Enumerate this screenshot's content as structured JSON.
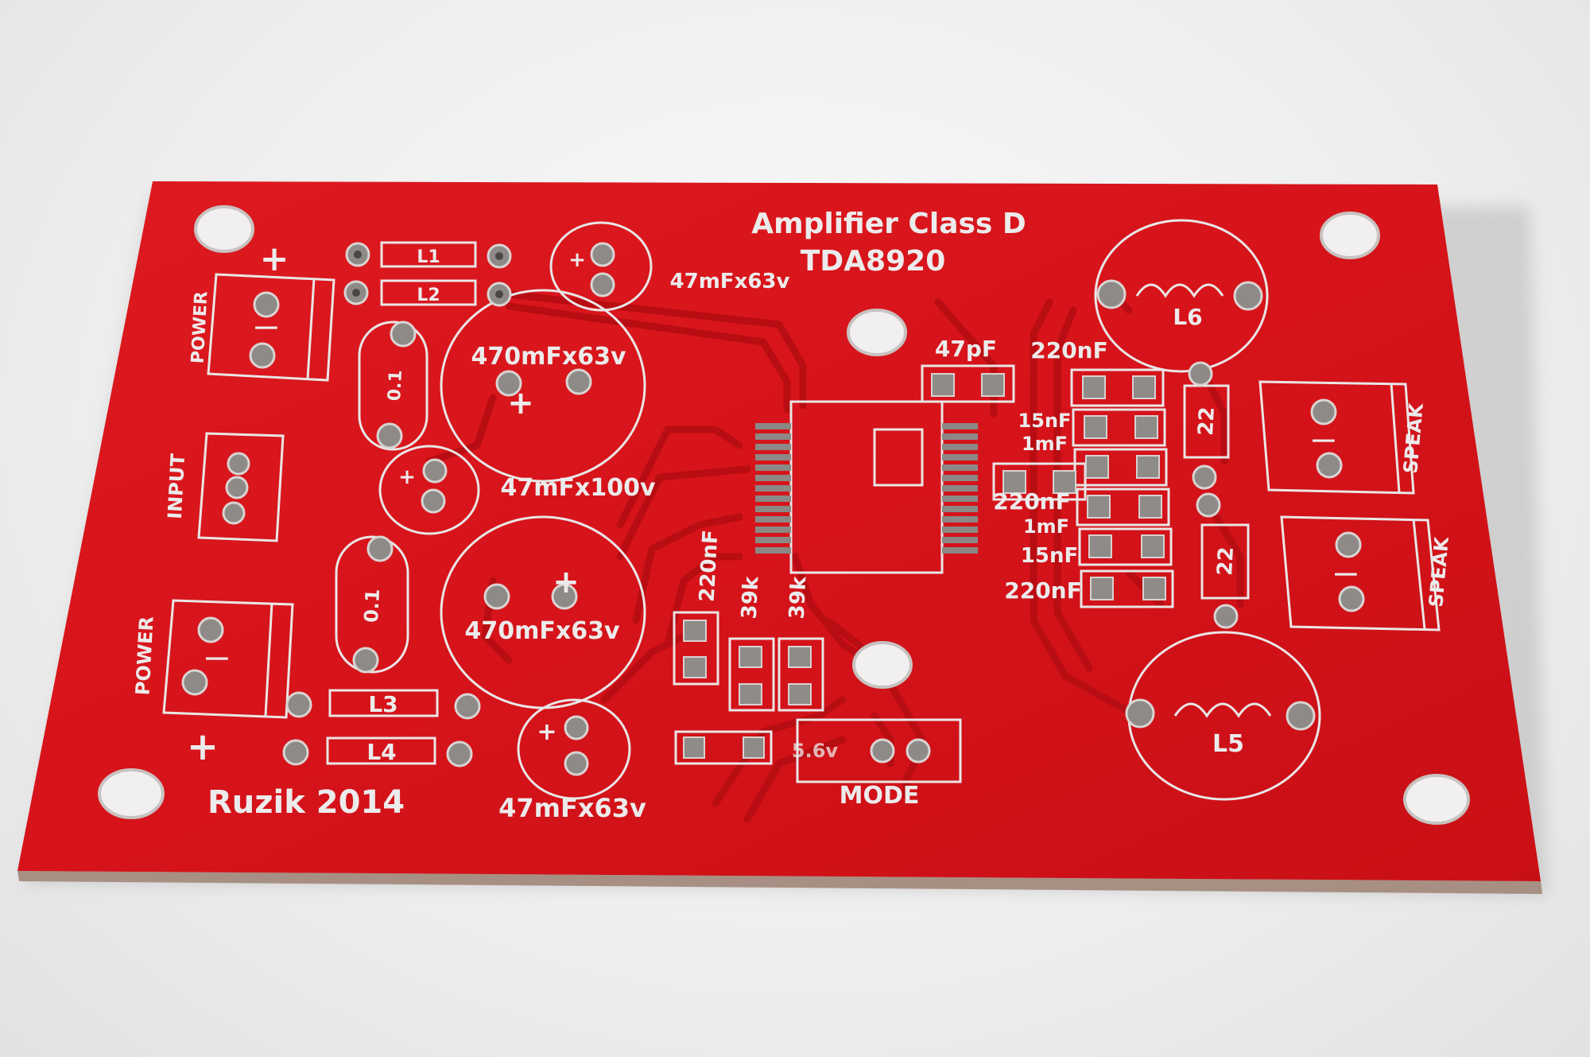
{
  "colors": {
    "board": "#d9141b",
    "board_edge": "#a78f83",
    "silkscreen": "#ecebeb",
    "pad": "#8d8a88",
    "background": "#f0f0f0"
  },
  "board": {
    "title": "Amplifier Class D",
    "chip": "TDA8920",
    "author": "Ruzik 2014",
    "labels": {
      "power_top": "POWER",
      "power_bottom": "POWER",
      "input": "INPUT",
      "speak_top": "SPEAK",
      "speak_bottom": "SPEAK",
      "mode": "MODE",
      "zener": "5.6v",
      "plus": "+",
      "minus": "|"
    },
    "components": {
      "l1": "L1",
      "l2": "L2",
      "l3": "L3",
      "l4": "L4",
      "l5": "L5",
      "l6": "L6",
      "cap_0_1_top": "0.1",
      "cap_0_1_bottom": "0.1",
      "cap_470_top": "470mFx63v",
      "cap_470_bottom": "470mFx63v",
      "cap_47_top": "47mFx63v",
      "cap_47_100": "47mFx100v",
      "cap_47_bottom": "47mFx63v",
      "c_47pf": "47pF",
      "c_220nf_top": "220nF",
      "c_15nf_top": "15nF",
      "c_1mf_top": "1mF",
      "c_220nf_mid": "220nF",
      "c_1mf_bottom": "1mF",
      "c_15nf_bottom": "15nF",
      "c_220nf_bottom": "220nF",
      "c_220nf_left": "220nF",
      "r_39k_a": "39k",
      "r_39k_b": "39k",
      "r_22_top": "22",
      "r_22_bottom": "22"
    }
  }
}
